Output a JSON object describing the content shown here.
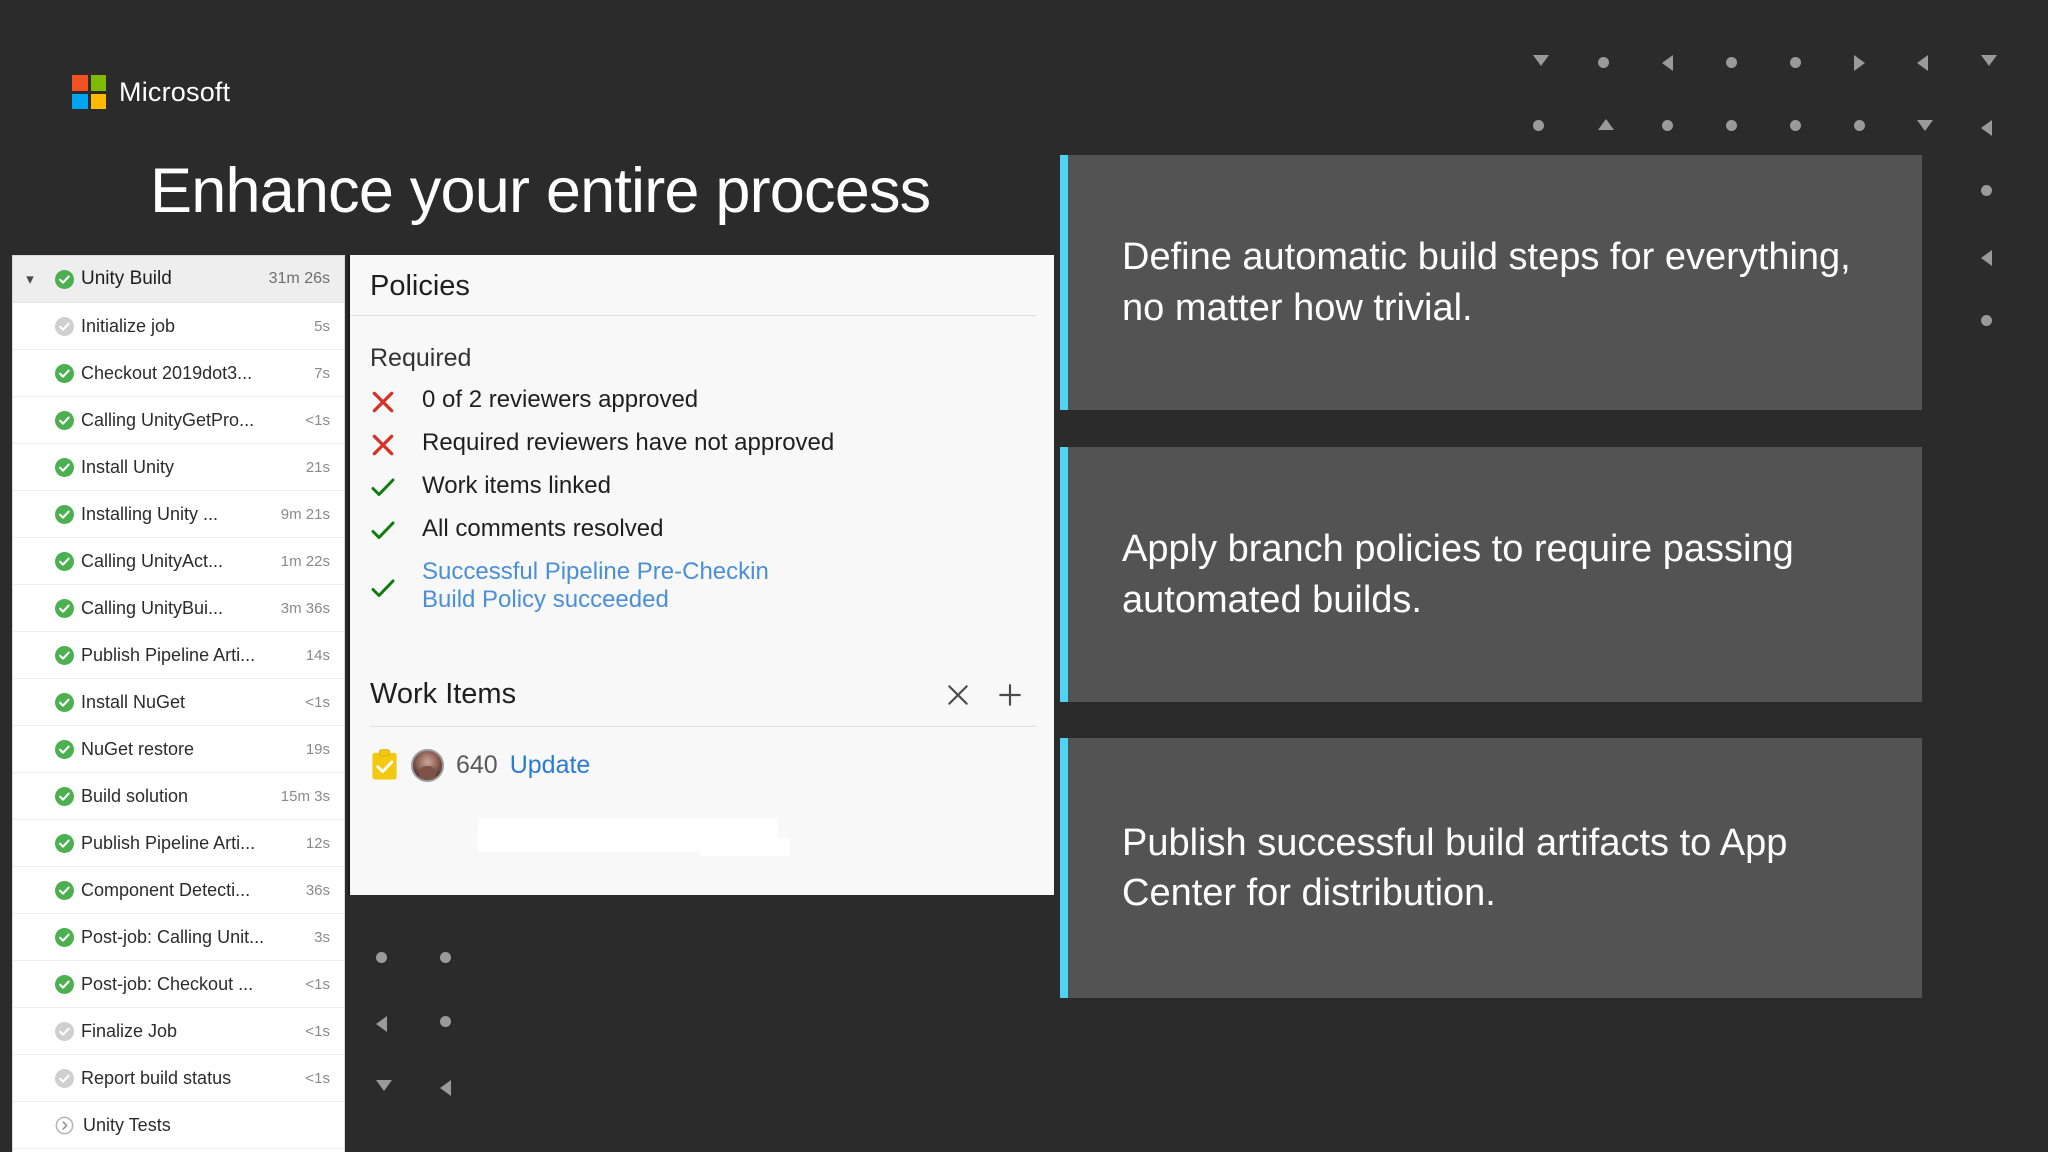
{
  "brand": {
    "name": "Microsoft",
    "logo_colors": [
      "#f25022",
      "#7fba00",
      "#00a4ef",
      "#ffb900"
    ]
  },
  "headline": "Enhance your entire process",
  "accent_color": "#4fd3f4",
  "build_log": {
    "header": {
      "name": "Unity Build",
      "duration": "31m 26s",
      "status": "success",
      "chevron": "chevron-down"
    },
    "steps": [
      {
        "name": "Initialize job",
        "duration": "5s",
        "status": "skipped"
      },
      {
        "name": "Checkout 2019dot3...",
        "duration": "7s",
        "status": "success"
      },
      {
        "name": "Calling UnityGetPro...",
        "duration": "<1s",
        "status": "success"
      },
      {
        "name": "Install Unity",
        "duration": "21s",
        "status": "success"
      },
      {
        "name": "Installing Unity ...",
        "duration": "9m 21s",
        "status": "success"
      },
      {
        "name": "Calling UnityAct...",
        "duration": "1m 22s",
        "status": "success"
      },
      {
        "name": "Calling UnityBui...",
        "duration": "3m 36s",
        "status": "success"
      },
      {
        "name": "Publish Pipeline Arti...",
        "duration": "14s",
        "status": "success"
      },
      {
        "name": "Install NuGet",
        "duration": "<1s",
        "status": "success"
      },
      {
        "name": "NuGet restore",
        "duration": "19s",
        "status": "success"
      },
      {
        "name": "Build solution",
        "duration": "15m 3s",
        "status": "success"
      },
      {
        "name": "Publish Pipeline Arti...",
        "duration": "12s",
        "status": "success"
      },
      {
        "name": "Component Detecti...",
        "duration": "36s",
        "status": "success"
      },
      {
        "name": "Post-job: Calling Unit...",
        "duration": "3s",
        "status": "success"
      },
      {
        "name": "Post-job: Checkout ...",
        "duration": "<1s",
        "status": "success"
      },
      {
        "name": "Finalize Job",
        "duration": "<1s",
        "status": "skipped"
      },
      {
        "name": "Report build status",
        "duration": "<1s",
        "status": "skipped"
      }
    ],
    "footer": {
      "name": "Unity Tests",
      "status": "pending"
    }
  },
  "policies": {
    "title": "Policies",
    "required_label": "Required",
    "items": [
      {
        "text": "0 of 2 reviewers approved",
        "state": "failed",
        "link": false
      },
      {
        "text": "Required reviewers have not approved",
        "state": "failed",
        "link": false
      },
      {
        "text": "Work items linked",
        "state": "succeeded",
        "link": false
      },
      {
        "text": "All comments resolved",
        "state": "succeeded",
        "link": false
      },
      {
        "text": "Successful Pipeline Pre-Checkin Build Policy succeeded",
        "state": "succeeded",
        "link": true
      }
    ]
  },
  "work_items": {
    "title": "Work Items",
    "close_icon": "close-icon",
    "add_icon": "plus-icon",
    "rows": [
      {
        "icon": "task-clipboard-icon",
        "avatar": "user-avatar",
        "id": "640",
        "title": "Update"
      }
    ]
  },
  "callouts": [
    {
      "text": "Define automatic build steps for everything, no matter how trivial."
    },
    {
      "text": "Apply branch policies to require passing automated builds."
    },
    {
      "text": "Publish successful build artifacts to App Center for distribution."
    }
  ]
}
